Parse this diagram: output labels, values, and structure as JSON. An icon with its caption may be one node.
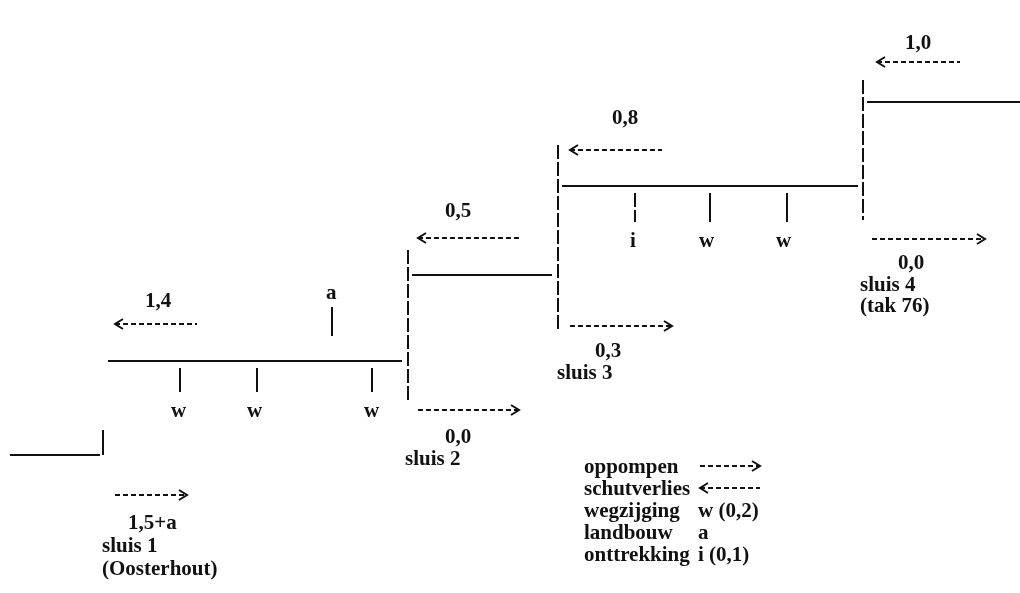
{
  "diagram": {
    "labels": [
      "1,0",
      "0,8",
      "0,5",
      "i",
      "w",
      "w",
      "0,0",
      "sluis 4",
      "1,4",
      "a",
      "(tak 76)",
      "0,3",
      "sluis 3",
      "w",
      "w",
      "w",
      "0,0",
      "sluis 2",
      "1,5+a",
      "sluis 1",
      "(Oosterhout)",
      "wegzijging",
      "w (0,2)",
      "landbouw",
      "a",
      "onttrekking",
      "i (0,1)"
    ],
    "legend": [
      {
        "text": "oppompen"
      },
      {
        "text": "schutverlies"
      }
    ]
  }
}
